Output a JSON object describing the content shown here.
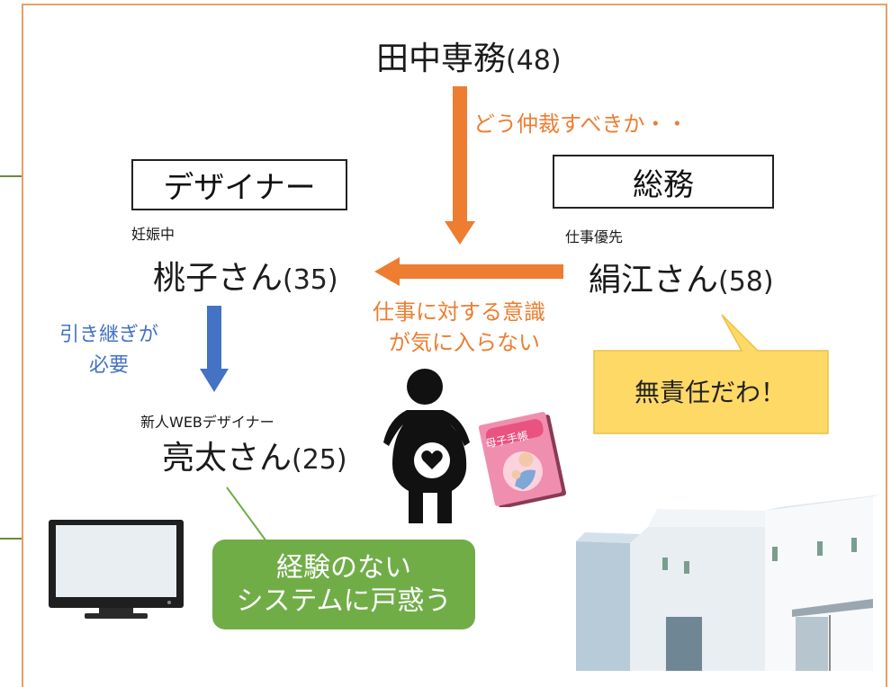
{
  "director": {
    "name": "田中専務",
    "age": "(48)"
  },
  "mediation_text": "どう仲裁すべきか・・",
  "dept_designer": "デザイナー",
  "dept_general": "総務",
  "momoko": {
    "tag": "妊娠中",
    "name": "桃子さん",
    "age": "(35)"
  },
  "kinue": {
    "tag": "仕事優先",
    "name": "絹江さん",
    "age": "(58)"
  },
  "conflict_text": {
    "line1": "仕事に対する意識",
    "line2": "が気に入らない"
  },
  "handover_text": {
    "line1": "引き継ぎが",
    "line2": "必要"
  },
  "ryota": {
    "tag": "新人WEBデザイナー",
    "name": "亮太さん",
    "age": "(25)"
  },
  "kinue_callout": "無責任だわ！",
  "ryota_callout": {
    "line1": "経験のない",
    "line2": "システムに戸惑う"
  },
  "handbook_label": "母子手帳",
  "colors": {
    "orange": "#ED7D31",
    "blue": "#4472C4",
    "green": "#70AD47",
    "yellow": "#FFD966",
    "frame": "#E6A06A"
  }
}
